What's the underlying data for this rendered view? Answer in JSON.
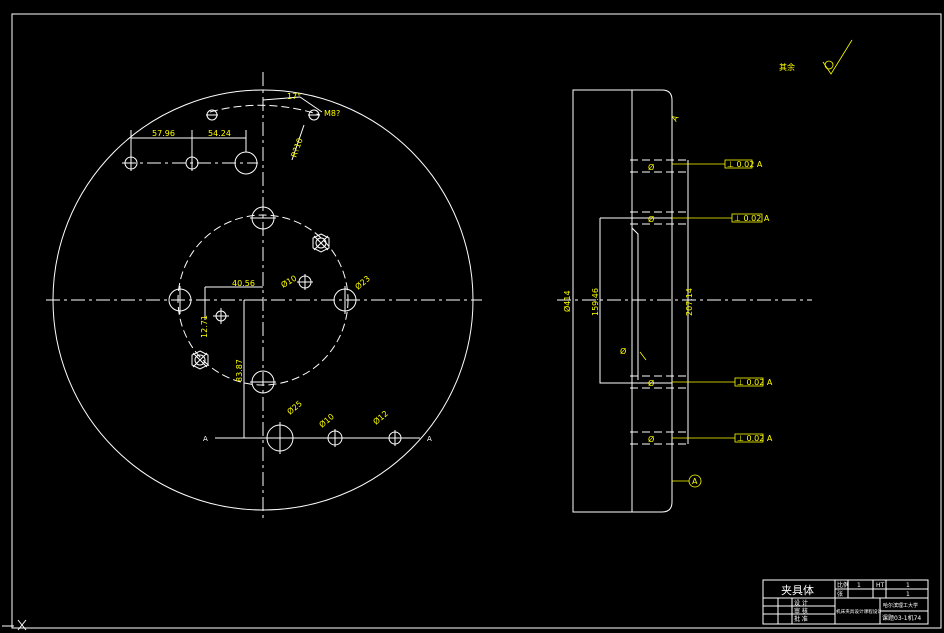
{
  "front_view": {
    "dims": {
      "d1": "57.96",
      "d2": "54.24",
      "d3": "17°",
      "d4": "M8?",
      "d5": "R?10",
      "d6": "40.56",
      "d7": "Ø10",
      "d8": "Ø23",
      "d9": "12.71",
      "d10": "83.87",
      "d11": "Ø25",
      "d12": "Ø10",
      "d13": "Ø12"
    },
    "section_mark_left": "A",
    "section_mark_right": "A"
  },
  "side_view": {
    "dims": {
      "diameter": "Ø414",
      "height1": "159.46",
      "height2": "207.14",
      "small1": "Ø",
      "small2": "Ø",
      "small3": "Ø",
      "small4": "Ø",
      "small5": "Ø"
    },
    "tolerance_frames": [
      "⊥ 0.02 A",
      "⊥ 0.02 A",
      "⊥ 0.02 A",
      "⊥ 0.02 A"
    ],
    "datum": "A",
    "datum_top": "A"
  },
  "roughness_note": "其余",
  "title_block": {
    "part_name": "夹具体",
    "rows": [
      "设 计",
      "审 核",
      "批 准"
    ],
    "school": "哈尔滨理工大学",
    "drawing_no": "课题03-1机74",
    "subject": "机床夹具设计课程设计",
    "scale_label": "比例",
    "sheet_label": "张",
    "qty": "1",
    "sheets": "1",
    "material": "HT",
    "mat_no": "1"
  }
}
